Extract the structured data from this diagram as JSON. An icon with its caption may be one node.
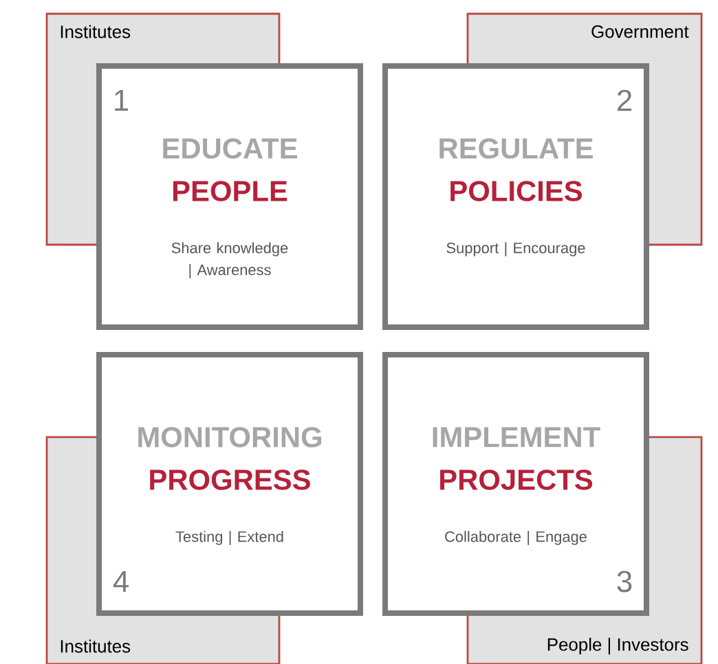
{
  "diagram": {
    "nodes": [
      {
        "text": [
          "Institutes"
        ]
      },
      {
        "text": [
          "Government"
        ]
      },
      {
        "text": [
          "1",
          "EDUCATE",
          "PEOPLE",
          "Share knowledge | Awareness"
        ]
      },
      {
        "text": [
          "2",
          "REGULATE",
          "POLICIES",
          "Support | Encourage"
        ]
      },
      {
        "text": [
          "4",
          "MONITORING",
          "PROGRESS",
          "Testing | Extend"
        ]
      },
      {
        "text": [
          "3",
          "IMPLEMENT",
          "PROJECTS",
          "Collaborate | Engage"
        ]
      },
      {
        "text": [
          "Institutes"
        ]
      },
      {
        "text": [
          "People | Investors"
        ]
      }
    ]
  }
}
